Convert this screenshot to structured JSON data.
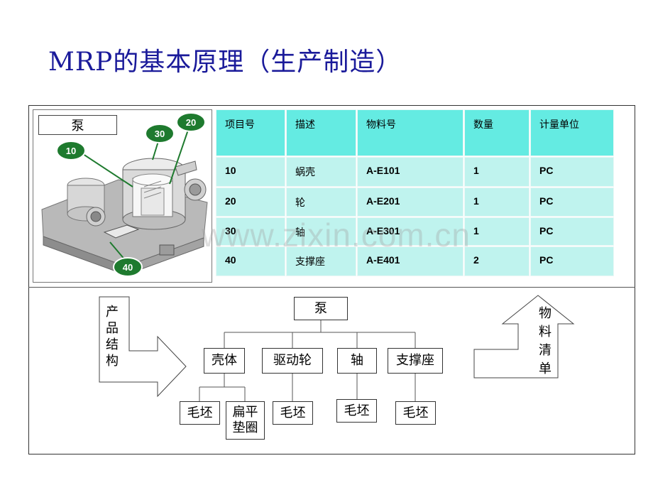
{
  "title": "MRP的基本原理（生产制造）",
  "watermark": "www.zixin.com.cn",
  "pump": {
    "label": "泵",
    "callouts": [
      "10",
      "30",
      "20",
      "40"
    ]
  },
  "bom_table": {
    "headers": [
      "项目号",
      "描述",
      "物料号",
      "数量",
      "计量单位"
    ],
    "rows": [
      [
        "10",
        "蜗壳",
        "A-E101",
        "1",
        "PC"
      ],
      [
        "20",
        "轮",
        "A-E201",
        "1",
        "PC"
      ],
      [
        "30",
        "轴",
        "A-E301",
        "1",
        "PC"
      ],
      [
        "40",
        "支撑座",
        "A-E401",
        "2",
        "PC"
      ]
    ]
  },
  "structure": {
    "left_arrow_text": [
      "产",
      "品",
      "结",
      "构"
    ],
    "right_arrow_text": [
      "物",
      "料",
      "清",
      "单"
    ],
    "root": "泵",
    "children": [
      "壳体",
      "驱动轮",
      "轴",
      "支撑座"
    ],
    "leaves": [
      "毛坯",
      "扁平垫圈",
      "毛坯",
      "毛坯",
      "毛坯"
    ],
    "leaf_flat_washer_lines": [
      "扁平",
      "垫圈"
    ]
  },
  "colors": {
    "title": "#1a1a9a",
    "table_header": "#64ebe2",
    "table_cell": "#bff3ee",
    "callout_green": "#1e7a2e"
  }
}
